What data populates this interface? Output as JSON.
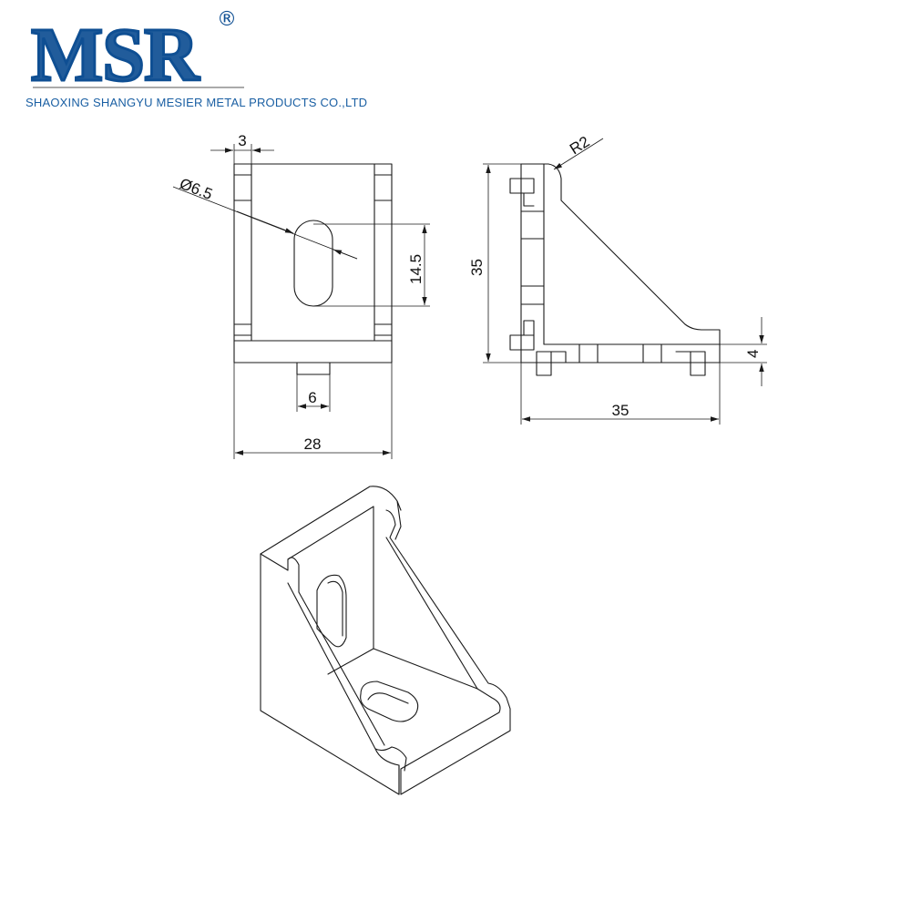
{
  "brand": {
    "logo_text": "MSR",
    "registered_mark": "®",
    "company_name": "SHAOXING SHANGYU MESIER METAL PRODUCTS CO.,LTD",
    "colors": {
      "logo": "#0f4f93",
      "company_text": "#1a5fa3",
      "line": "#1a1a1a"
    }
  },
  "front_view": {
    "dims": {
      "top_width": "3",
      "hole_diameter": "Ø6.5",
      "slot_length": "14.5",
      "bottom_tab": "6",
      "overall_width": "28"
    }
  },
  "side_view": {
    "dims": {
      "corner_radius": "R2",
      "height": "35",
      "base_thickness": "4",
      "length": "35"
    }
  },
  "isometric_view": {}
}
